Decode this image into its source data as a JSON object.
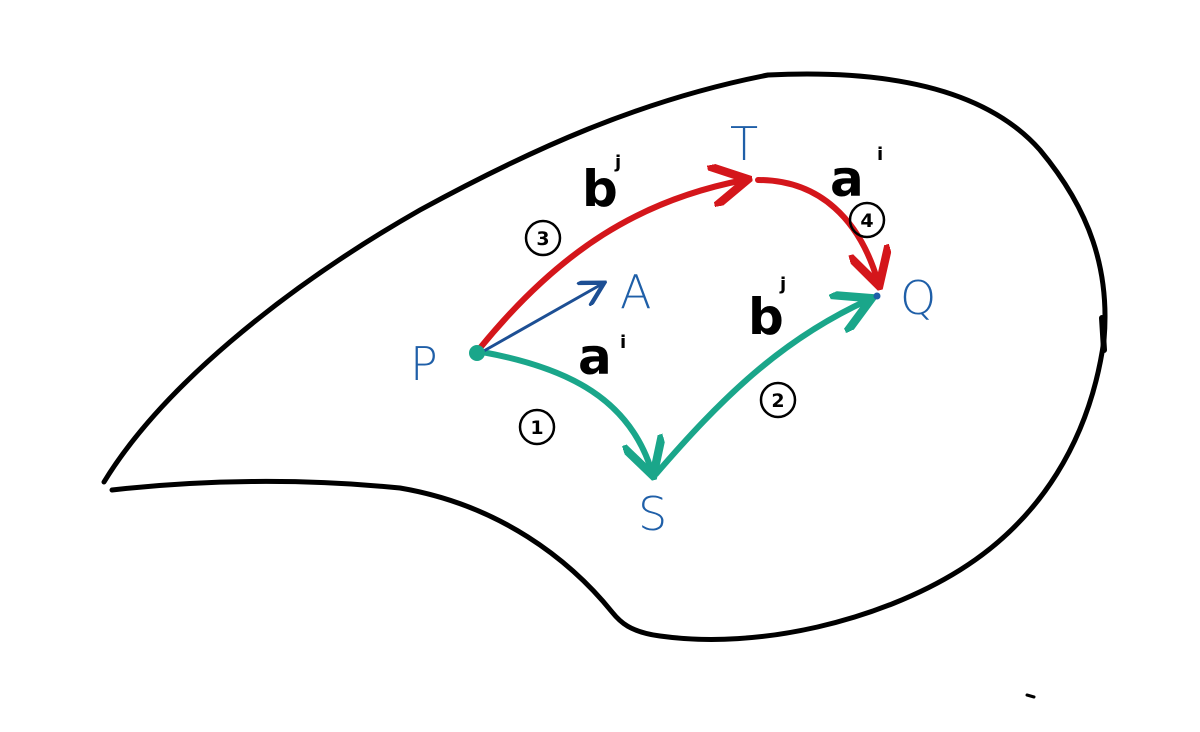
{
  "colors": {
    "outline": "#000000",
    "point_label": "#1f5fa8",
    "path_upper": "#d4161b",
    "path_lower": "#1aa68a",
    "vector_A": "#1d4f94"
  },
  "points": {
    "P": "P",
    "Q": "Q",
    "S": "S",
    "T": "T",
    "A": "A"
  },
  "path_labels": {
    "red_first": {
      "vector": "b",
      "index": "j"
    },
    "red_second": {
      "vector": "a",
      "index": "i"
    },
    "green_first": {
      "vector": "a",
      "index": "i"
    },
    "green_second": {
      "vector": "b",
      "index": "j"
    }
  },
  "steps": {
    "one": "1",
    "two": "2",
    "three": "3",
    "four": "4"
  }
}
